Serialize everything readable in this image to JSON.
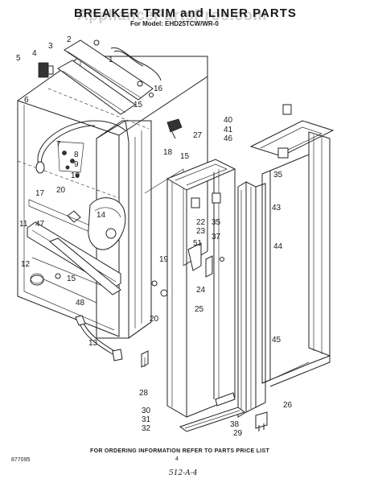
{
  "header": {
    "title": "BREAKER TRIM and LINER PARTS",
    "model": "For Model: EHD25TCW/WR-0",
    "watermark": "AppliancePartsPros.com"
  },
  "footer": {
    "note": "FOR ORDERING INFORMATION REFER TO PARTS PRICE LIST",
    "code": "877095",
    "page": "4",
    "handwritten": "512-A-4"
  },
  "callouts": [
    {
      "id": "c1",
      "text": "1"
    },
    {
      "id": "c2",
      "text": "2"
    },
    {
      "id": "c3",
      "text": "3"
    },
    {
      "id": "c4",
      "text": "4"
    },
    {
      "id": "c5",
      "text": "5"
    },
    {
      "id": "c6",
      "text": "6"
    },
    {
      "id": "c7",
      "text": "7"
    },
    {
      "id": "c8",
      "text": "8"
    },
    {
      "id": "c9",
      "text": "9"
    },
    {
      "id": "c10",
      "text": "10"
    },
    {
      "id": "c11",
      "text": "11"
    },
    {
      "id": "c12",
      "text": "12"
    },
    {
      "id": "c13",
      "text": "13"
    },
    {
      "id": "c14",
      "text": "14"
    },
    {
      "id": "c15a",
      "text": "15"
    },
    {
      "id": "c15b",
      "text": "15"
    },
    {
      "id": "c15c",
      "text": "15"
    },
    {
      "id": "c16",
      "text": "16"
    },
    {
      "id": "c17",
      "text": "17"
    },
    {
      "id": "c18",
      "text": "18"
    },
    {
      "id": "c19",
      "text": "19"
    },
    {
      "id": "c20a",
      "text": "20"
    },
    {
      "id": "c20b",
      "text": "20"
    },
    {
      "id": "c22",
      "text": "22"
    },
    {
      "id": "c23",
      "text": "23"
    },
    {
      "id": "c24",
      "text": "24"
    },
    {
      "id": "c25",
      "text": "25"
    },
    {
      "id": "c26",
      "text": "26"
    },
    {
      "id": "c27",
      "text": "27"
    },
    {
      "id": "c28",
      "text": "28"
    },
    {
      "id": "c29",
      "text": "29"
    },
    {
      "id": "c30",
      "text": "30"
    },
    {
      "id": "c31",
      "text": "31"
    },
    {
      "id": "c32",
      "text": "32"
    },
    {
      "id": "c35a",
      "text": "35"
    },
    {
      "id": "c35b",
      "text": "35"
    },
    {
      "id": "c37",
      "text": "37"
    },
    {
      "id": "c38",
      "text": "38"
    },
    {
      "id": "c40",
      "text": "40"
    },
    {
      "id": "c41",
      "text": "41"
    },
    {
      "id": "c43",
      "text": "43"
    },
    {
      "id": "c44",
      "text": "44"
    },
    {
      "id": "c45",
      "text": "45"
    },
    {
      "id": "c46",
      "text": "46"
    },
    {
      "id": "c47",
      "text": "47"
    },
    {
      "id": "c48",
      "text": "48"
    },
    {
      "id": "c51",
      "text": "51"
    }
  ]
}
